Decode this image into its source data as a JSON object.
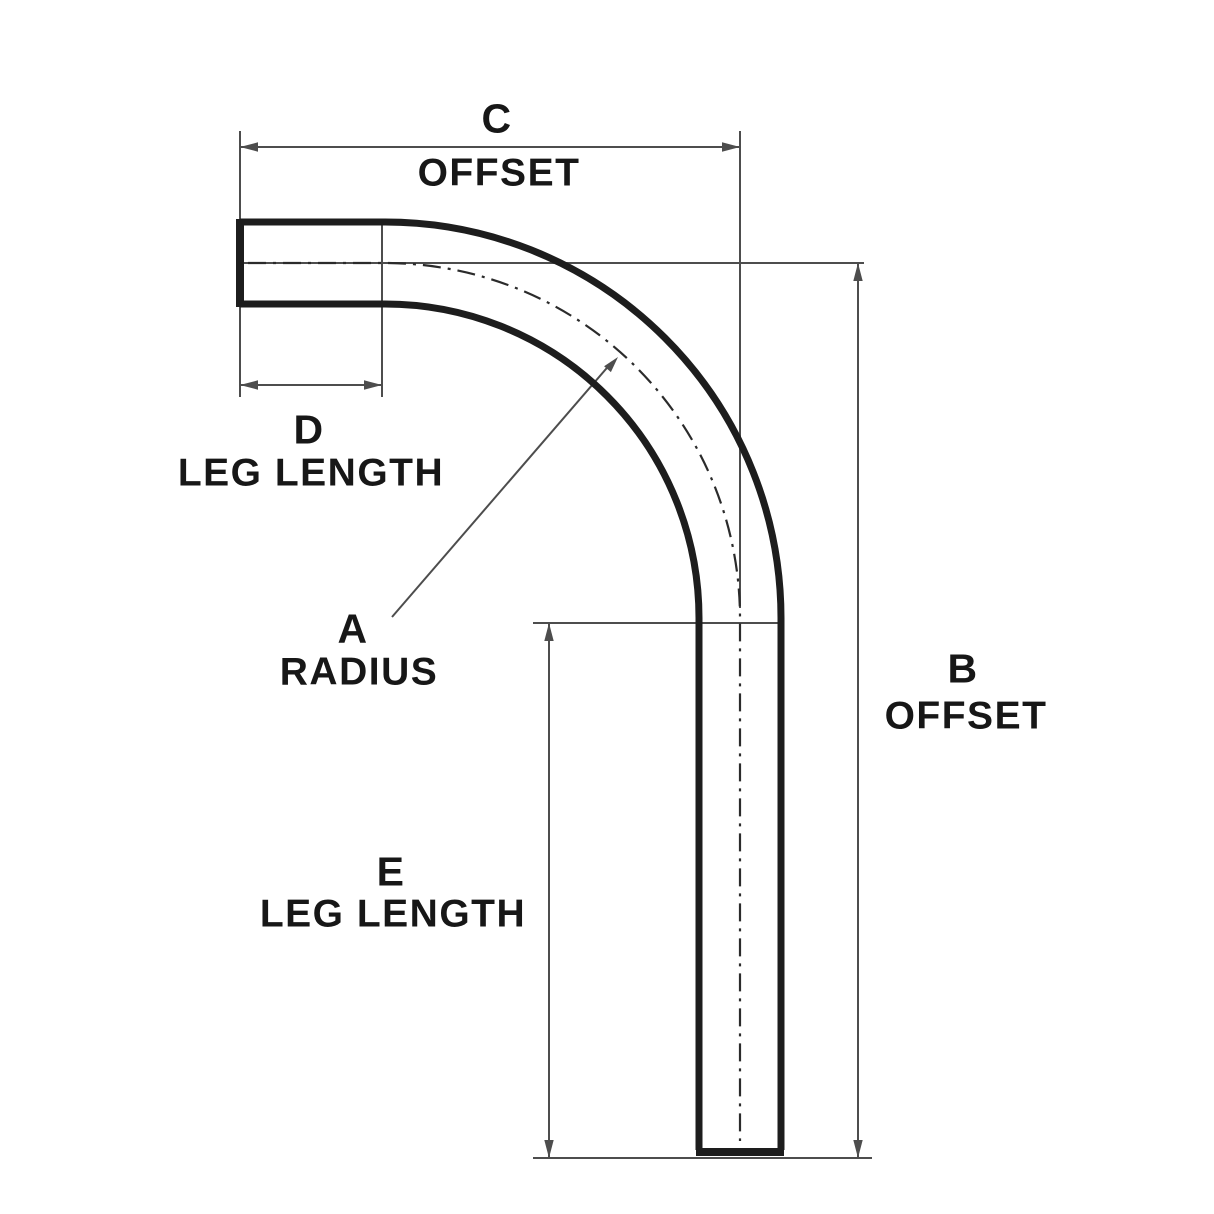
{
  "diagram": {
    "dimensions": {
      "c": {
        "letter": "C",
        "word": "OFFSET"
      },
      "d": {
        "letter": "D",
        "word": "LEG LENGTH"
      },
      "a": {
        "letter": "A",
        "word": "RADIUS"
      },
      "b": {
        "letter": "B",
        "word": "OFFSET"
      },
      "e": {
        "letter": "E",
        "word": "LEG LENGTH"
      }
    },
    "colors": {
      "tube_outline": "#1d1d1d",
      "centerline": "#2b2b2b",
      "dimension_line": "#4d4d4d",
      "label_text": "#171717",
      "background": "#ffffff"
    }
  }
}
